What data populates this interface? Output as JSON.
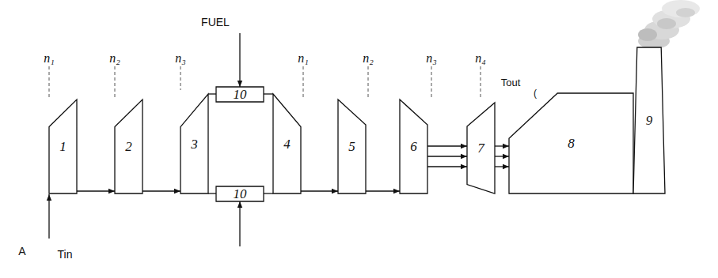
{
  "diagram": {
    "nodes": [
      {
        "text": [
          "1"
        ]
      },
      {
        "text": [
          "2"
        ]
      },
      {
        "text": [
          "3"
        ]
      },
      {
        "text": [
          "10"
        ]
      },
      {
        "text": [
          "10"
        ]
      },
      {
        "text": [
          "4"
        ]
      },
      {
        "text": [
          "5"
        ]
      },
      {
        "text": [
          "6"
        ]
      },
      {
        "text": [
          "7"
        ]
      },
      {
        "text": [
          "8"
        ]
      },
      {
        "text": [
          "9"
        ]
      }
    ],
    "edges": [
      {
        "from": 0,
        "to": 1,
        "arrow": "to"
      },
      {
        "from": 1,
        "to": 2,
        "arrow": "to"
      },
      {
        "from": 2,
        "to": 3,
        "arrow": "none"
      },
      {
        "from": 2,
        "to": 4,
        "arrow": "none"
      },
      {
        "from": 3,
        "to": 5,
        "arrow": "none"
      },
      {
        "from": 4,
        "to": 5,
        "arrow": "none"
      },
      {
        "from": 5,
        "to": 6,
        "arrow": "to"
      },
      {
        "from": 6,
        "to": 7,
        "arrow": "to"
      },
      {
        "from": 7,
        "to": 8,
        "arrow": "to"
      },
      {
        "from": 7,
        "to": 8,
        "arrow": "to"
      },
      {
        "from": 7,
        "to": 8,
        "arrow": "to"
      },
      {
        "from": 8,
        "to": 9,
        "arrow": "to"
      },
      {
        "from": 8,
        "to": 9,
        "arrow": "to"
      },
      {
        "from": 8,
        "to": 9,
        "arrow": "to"
      }
    ],
    "labels": [
      "FUEL",
      "n₁",
      "n₂",
      "n₃",
      "n₁",
      "n₂",
      "n₃",
      "n₄",
      "Tout",
      "(",
      "A",
      "Tin"
    ]
  }
}
